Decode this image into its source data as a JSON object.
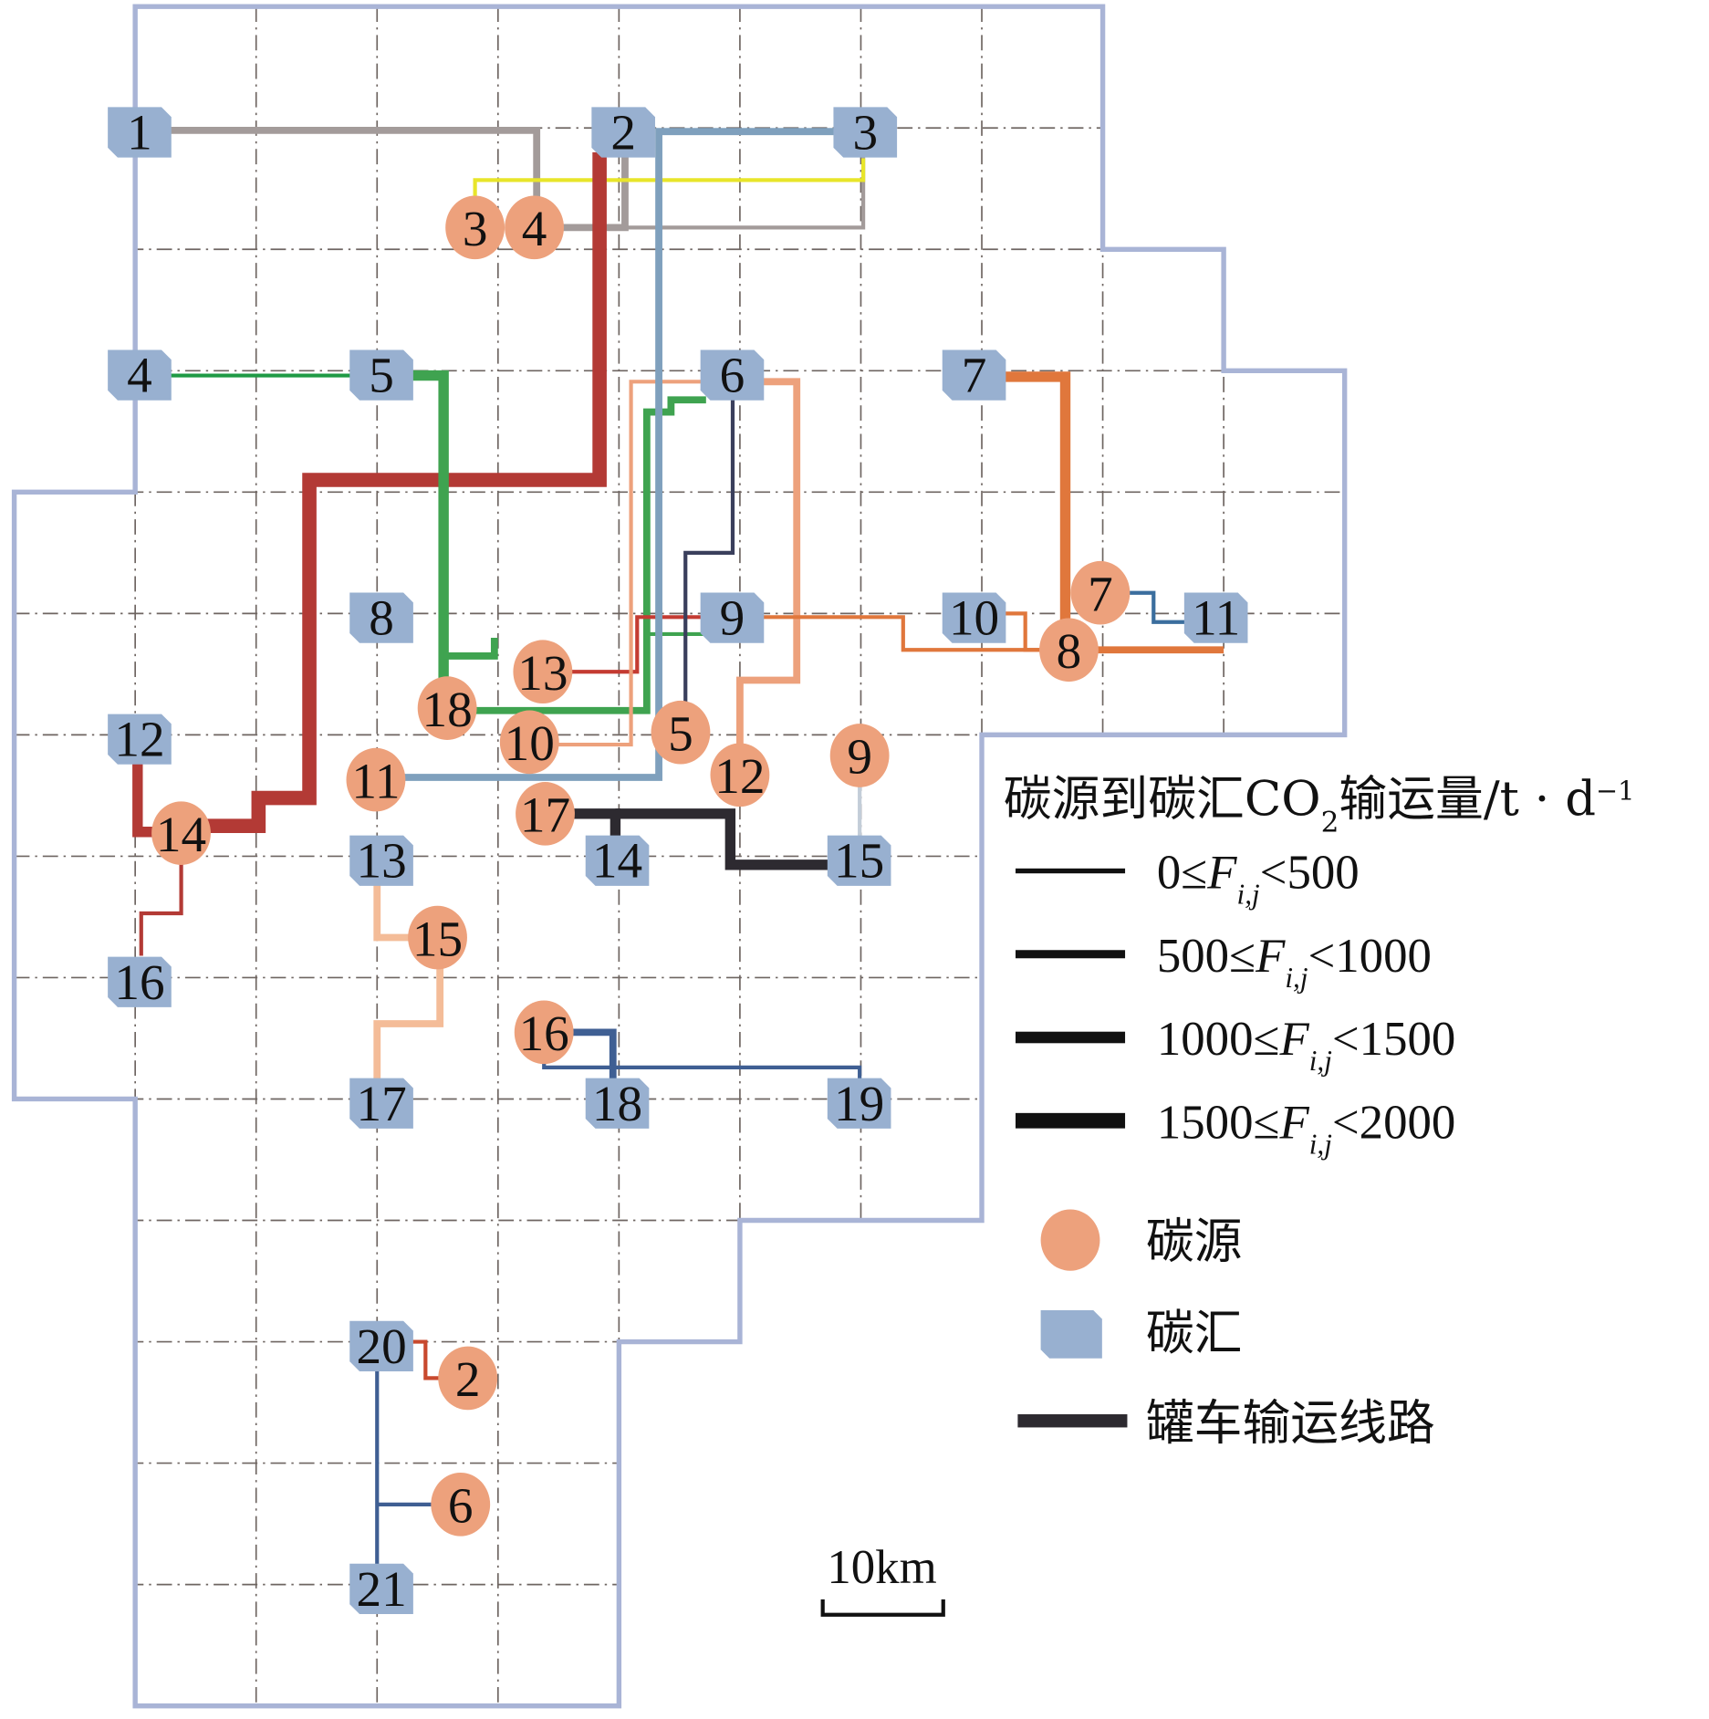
{
  "figure": {
    "scale_bar_label": "10km",
    "scale_bar_km": 10
  },
  "legend": {
    "title_part1": "碳源到碳汇CO",
    "title_sub": "2",
    "title_part2": "输运量/t · d",
    "title_sup": "−1",
    "flow_classes": [
      {
        "lower": 0,
        "upper": 500,
        "pre": "0≤",
        "var": "F",
        "sub": "i,j",
        "post": "<500"
      },
      {
        "lower": 500,
        "upper": 1000,
        "pre": "500≤",
        "var": "F",
        "sub": "i,j",
        "post": "<1000"
      },
      {
        "lower": 1000,
        "upper": 1500,
        "pre": "1000≤",
        "var": "F",
        "sub": "i,j",
        "post": "<1500"
      },
      {
        "lower": 1500,
        "upper": 2000,
        "pre": "1500≤",
        "var": "F",
        "sub": "i,j",
        "post": "<2000"
      }
    ],
    "source_label": "碳源",
    "sink_label": "碳汇",
    "truck_label": "罐车输运线路"
  },
  "colors": {
    "source": "#eda17c",
    "sink": "#98b0d0",
    "boundary": "#a9b4d6",
    "grid": "#6e6561",
    "truck": "#2d2a30",
    "legend_line": "#111111"
  },
  "grid": {
    "cols": 14,
    "rows": 14
  },
  "boundary_grid": [
    [
      1,
      0
    ],
    [
      9,
      0
    ],
    [
      9,
      2
    ],
    [
      10,
      2
    ],
    [
      10,
      3
    ],
    [
      11,
      3
    ],
    [
      11,
      6
    ],
    [
      8,
      6
    ],
    [
      8,
      10
    ],
    [
      6,
      10
    ],
    [
      6,
      11
    ],
    [
      5,
      11
    ],
    [
      5,
      14
    ],
    [
      1,
      14
    ],
    [
      1,
      9
    ],
    [
      0,
      9
    ],
    [
      0,
      4
    ],
    [
      1,
      4
    ],
    [
      1,
      0
    ]
  ],
  "sinks": [
    {
      "id": "1",
      "gx": 1,
      "gy": 1
    },
    {
      "id": "2",
      "gx": 5,
      "gy": 1
    },
    {
      "id": "3",
      "gx": 7,
      "gy": 1
    },
    {
      "id": "4",
      "gx": 1,
      "gy": 3
    },
    {
      "id": "5",
      "gx": 3,
      "gy": 3
    },
    {
      "id": "6",
      "gx": 5.9,
      "gy": 3
    },
    {
      "id": "7",
      "gx": 7.9,
      "gy": 3
    },
    {
      "id": "8",
      "gx": 3,
      "gy": 5
    },
    {
      "id": "9",
      "gx": 5.9,
      "gy": 5
    },
    {
      "id": "10",
      "gx": 7.9,
      "gy": 5
    },
    {
      "id": "11",
      "gx": 9.9,
      "gy": 5
    },
    {
      "id": "12",
      "gx": 1,
      "gy": 6
    },
    {
      "id": "13",
      "gx": 3,
      "gy": 7
    },
    {
      "id": "14",
      "gx": 4.95,
      "gy": 7
    },
    {
      "id": "15",
      "gx": 6.95,
      "gy": 7
    },
    {
      "id": "16",
      "gx": 1,
      "gy": 8
    },
    {
      "id": "17",
      "gx": 3,
      "gy": 9
    },
    {
      "id": "18",
      "gx": 4.95,
      "gy": 9
    },
    {
      "id": "19",
      "gx": 6.95,
      "gy": 9
    },
    {
      "id": "20",
      "gx": 3,
      "gy": 11
    },
    {
      "id": "21",
      "gx": 3,
      "gy": 13
    }
  ],
  "sources": [
    {
      "id": "3",
      "gx": 3.81,
      "gy": 1.82
    },
    {
      "id": "4",
      "gx": 4.3,
      "gy": 1.82
    },
    {
      "id": "5",
      "gx": 5.51,
      "gy": 5.98
    },
    {
      "id": "7",
      "gx": 8.98,
      "gy": 4.83
    },
    {
      "id": "8",
      "gx": 8.72,
      "gy": 5.3
    },
    {
      "id": "9",
      "gx": 6.99,
      "gy": 6.17
    },
    {
      "id": "10",
      "gx": 4.26,
      "gy": 6.06
    },
    {
      "id": "11",
      "gx": 2.99,
      "gy": 6.37
    },
    {
      "id": "12",
      "gx": 6.0,
      "gy": 6.33
    },
    {
      "id": "13",
      "gx": 4.37,
      "gy": 5.48
    },
    {
      "id": "14",
      "gx": 1.38,
      "gy": 6.81
    },
    {
      "id": "15",
      "gx": 3.5,
      "gy": 7.67
    },
    {
      "id": "16",
      "gx": 4.38,
      "gy": 8.45
    },
    {
      "id": "17",
      "gx": 4.39,
      "gy": 6.65
    },
    {
      "id": "18",
      "gx": 3.58,
      "gy": 5.78
    },
    {
      "id": "2",
      "gx": 3.75,
      "gy": 11.3
    },
    {
      "id": "6",
      "gx": 3.69,
      "gy": 12.34
    }
  ],
  "routes": [
    {
      "from": "source-4",
      "to": "sink-1",
      "flow_class": 2,
      "color": "#a39b9a",
      "points": [
        [
          1.25,
          1.02
        ],
        [
          4.32,
          1.02
        ],
        [
          4.32,
          1.65
        ]
      ]
    },
    {
      "from": "source-4",
      "to": "sink-2",
      "flow_class": 2,
      "color": "#a39b9a",
      "points": [
        [
          4.48,
          1.82
        ],
        [
          5.05,
          1.82
        ],
        [
          5.05,
          1.2
        ]
      ]
    },
    {
      "from": "source-4",
      "to": "sink-3",
      "flow_class": 1,
      "color": "#a39b9a",
      "points": [
        [
          5.05,
          1.82
        ],
        [
          7.02,
          1.82
        ],
        [
          7.02,
          1.2
        ]
      ]
    },
    {
      "from": "source-3",
      "to": "sink-3",
      "flow_class": 1,
      "color": "#e8e52a",
      "points": [
        [
          3.81,
          1.65
        ],
        [
          3.81,
          1.43
        ],
        [
          7.02,
          1.43
        ],
        [
          7.02,
          1.25
        ]
      ]
    },
    {
      "from": "sink-2",
      "to": "source-14",
      "flow_class": 4,
      "color": "#b33a35",
      "points": [
        [
          4.84,
          1.2
        ],
        [
          4.84,
          3.9
        ],
        [
          2.44,
          3.9
        ],
        [
          2.44,
          6.52
        ],
        [
          2.02,
          6.52
        ],
        [
          2.02,
          6.75
        ],
        [
          1.55,
          6.75
        ]
      ]
    },
    {
      "from": "sink-12",
      "to": "source-14",
      "flow_class": 3,
      "color": "#b33a35",
      "points": [
        [
          1.02,
          6.2
        ],
        [
          1.02,
          6.8
        ],
        [
          1.22,
          6.8
        ]
      ]
    },
    {
      "from": "source-14",
      "to": "sink-16",
      "flow_class": 1,
      "color": "#b33a35",
      "points": [
        [
          1.38,
          6.98
        ],
        [
          1.38,
          7.47
        ],
        [
          1.05,
          7.47
        ],
        [
          1.05,
          7.82
        ]
      ]
    },
    {
      "from": "sink-4",
      "to": "sink-5",
      "flow_class": 1,
      "color": "#1f9a45",
      "points": [
        [
          1.25,
          3.04
        ],
        [
          3.55,
          3.04
        ]
      ]
    },
    {
      "from": "sink-5",
      "to": "source-18",
      "flow_class": 3,
      "color": "#3fa350",
      "points": [
        [
          2.88,
          3.04
        ],
        [
          3.55,
          3.04
        ],
        [
          3.55,
          5.62
        ]
      ]
    },
    {
      "from": "source-18",
      "to": "sink-8",
      "flow_class": 2,
      "color": "#3fa350",
      "points": [
        [
          3.55,
          5.35
        ],
        [
          3.97,
          5.35
        ],
        [
          3.97,
          5.2
        ]
      ]
    },
    {
      "from": "source-18",
      "to": "sink-6",
      "flow_class": 2,
      "color": "#3fa350",
      "points": [
        [
          3.76,
          5.8
        ],
        [
          5.23,
          5.8
        ],
        [
          5.23,
          3.34
        ],
        [
          5.43,
          3.34
        ],
        [
          5.43,
          3.24
        ],
        [
          5.72,
          3.24
        ]
      ]
    },
    {
      "from": "source-18",
      "to": "sink-9",
      "flow_class": 1,
      "color": "#3fa350",
      "points": [
        [
          5.23,
          5.17
        ],
        [
          5.72,
          5.17
        ]
      ]
    },
    {
      "from": "source-13",
      "to": "sink-9",
      "flow_class": 1,
      "color": "#c43b32",
      "points": [
        [
          4.55,
          5.48
        ],
        [
          5.15,
          5.48
        ],
        [
          5.15,
          5.03
        ],
        [
          5.72,
          5.03
        ]
      ]
    },
    {
      "from": "source-10",
      "to": "sink-6",
      "flow_class": 1,
      "color": "#eda17c",
      "points": [
        [
          4.45,
          6.08
        ],
        [
          5.1,
          6.08
        ],
        [
          5.1,
          3.09
        ],
        [
          5.72,
          3.09
        ]
      ]
    },
    {
      "from": "sink-6",
      "to": "source-12",
      "flow_class": 2,
      "color": "#eda17c",
      "points": [
        [
          6.1,
          3.09
        ],
        [
          6.47,
          3.09
        ],
        [
          6.47,
          5.55
        ],
        [
          6.0,
          5.55
        ],
        [
          6.0,
          6.15
        ]
      ]
    },
    {
      "from": "sink-3",
      "to": "source-11",
      "flow_class": 2,
      "color": "#7fa0bd",
      "points": [
        [
          6.85,
          1.03
        ],
        [
          5.33,
          1.03
        ],
        [
          5.33,
          6.35
        ],
        [
          3.17,
          6.35
        ]
      ]
    },
    {
      "from": "sink-6",
      "to": "source-5",
      "flow_class": 1,
      "color": "#3a3f5c",
      "points": [
        [
          5.94,
          3.2
        ],
        [
          5.94,
          4.5
        ],
        [
          5.55,
          4.5
        ],
        [
          5.55,
          5.8
        ]
      ]
    },
    {
      "from": "sink-9",
      "to": "source-8",
      "flow_class": 1,
      "color": "#e0773c",
      "points": [
        [
          6.1,
          5.03
        ],
        [
          7.35,
          5.03
        ],
        [
          7.35,
          5.3
        ],
        [
          8.55,
          5.3
        ]
      ]
    },
    {
      "from": "sink-10",
      "to": "source-8",
      "flow_class": 1,
      "color": "#e0773c",
      "points": [
        [
          8.1,
          5.0
        ],
        [
          8.36,
          5.0
        ],
        [
          8.36,
          5.3
        ],
        [
          8.55,
          5.3
        ]
      ]
    },
    {
      "from": "sink-7",
      "to": "source-8",
      "flow_class": 3,
      "color": "#e0773c",
      "points": [
        [
          8.1,
          3.05
        ],
        [
          8.69,
          3.05
        ],
        [
          8.69,
          5.15
        ]
      ]
    },
    {
      "from": "source-8",
      "to": "sink-11",
      "flow_class": 2,
      "color": "#e0773c",
      "points": [
        [
          8.9,
          5.3
        ],
        [
          10.0,
          5.3
        ]
      ]
    },
    {
      "from": "source-7",
      "to": "sink-11",
      "flow_class": 1,
      "color": "#3b6e9e",
      "points": [
        [
          9.16,
          4.83
        ],
        [
          9.42,
          4.83
        ],
        [
          9.42,
          5.07
        ],
        [
          9.75,
          5.07
        ]
      ]
    },
    {
      "from": "source-9",
      "to": "sink-15",
      "flow_class": 1,
      "color": "#c3cdd8",
      "points": [
        [
          6.99,
          6.35
        ],
        [
          6.99,
          6.86
        ]
      ]
    },
    {
      "from": "source-17",
      "to": "sink-14",
      "flow_class": 3,
      "color": "#2d2a30",
      "points": [
        [
          4.57,
          6.65
        ],
        [
          4.97,
          6.65
        ],
        [
          4.97,
          6.86
        ]
      ]
    },
    {
      "from": "source-17",
      "to": "sink-15",
      "flow_class": 3,
      "color": "#2d2a30",
      "points": [
        [
          4.97,
          6.65
        ],
        [
          5.92,
          6.65
        ],
        [
          5.92,
          7.07
        ],
        [
          6.8,
          7.07
        ]
      ]
    },
    {
      "from": "sink-13",
      "to": "source-15",
      "flow_class": 2,
      "color": "#f4bc98",
      "points": [
        [
          3.0,
          7.17
        ],
        [
          3.0,
          7.67
        ],
        [
          3.33,
          7.67
        ]
      ]
    },
    {
      "from": "source-15",
      "to": "sink-17",
      "flow_class": 2,
      "color": "#f4bc98",
      "points": [
        [
          3.52,
          7.86
        ],
        [
          3.52,
          8.38
        ],
        [
          3.0,
          8.38
        ],
        [
          3.0,
          8.85
        ]
      ]
    },
    {
      "from": "source-16",
      "to": "sink-18",
      "flow_class": 2,
      "color": "#3f5f93",
      "points": [
        [
          4.56,
          8.45
        ],
        [
          4.95,
          8.45
        ],
        [
          4.95,
          8.85
        ]
      ]
    },
    {
      "from": "source-16",
      "to": "sink-19",
      "flow_class": 1,
      "color": "#3f5f93",
      "points": [
        [
          4.38,
          8.6
        ],
        [
          4.38,
          8.74
        ],
        [
          6.99,
          8.74
        ],
        [
          6.99,
          8.86
        ]
      ]
    },
    {
      "from": "sink-20",
      "to": "source-2",
      "flow_class": 1,
      "color": "#c8492e",
      "points": [
        [
          3.25,
          11.0
        ],
        [
          3.4,
          11.0
        ],
        [
          3.4,
          11.3
        ],
        [
          3.58,
          11.3
        ]
      ]
    },
    {
      "from": "sink-20",
      "to": "sink-21",
      "flow_class": 1,
      "color": "#3f5f93",
      "points": [
        [
          3.0,
          11.18
        ],
        [
          3.0,
          12.86
        ]
      ]
    },
    {
      "from": "sink-20",
      "to": "source-6",
      "flow_class": 1,
      "color": "#3f5f93",
      "points": [
        [
          3.0,
          12.34
        ],
        [
          3.52,
          12.34
        ]
      ]
    }
  ]
}
